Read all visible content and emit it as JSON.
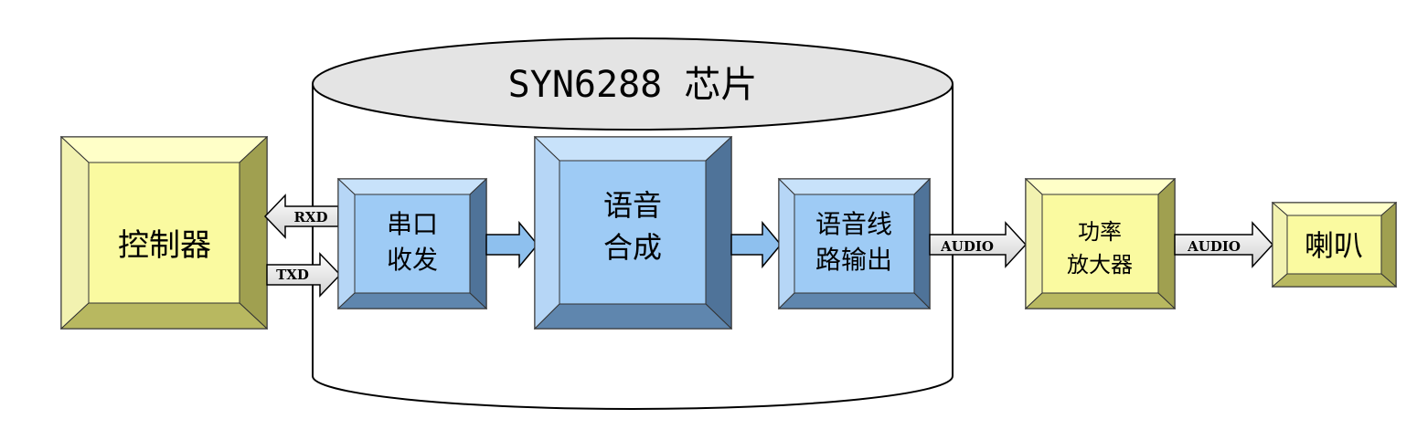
{
  "chip": {
    "title": "SYN6288 芯片"
  },
  "blocks": {
    "controller": {
      "label": "控制器"
    },
    "uart": {
      "line1": "串口",
      "line2": "收发"
    },
    "synth": {
      "line1": "语音",
      "line2": "合成"
    },
    "voice_out": {
      "line1": "语音线",
      "line2": "路输出"
    },
    "amplifier": {
      "line1": "功率",
      "line2": "放大器"
    },
    "speaker": {
      "label": "喇叭"
    }
  },
  "signals": {
    "rxd": "RXD",
    "txd": "TXD",
    "audio_1": "AUDIO",
    "audio_2": "AUDIO"
  },
  "colors": {
    "yellow_face": "#FAFAA0",
    "yellow_light": "#FFFFC8",
    "yellow_mid": "#D8D878",
    "yellow_dark": "#A0A050",
    "yellow_side": "#B8B860",
    "blue_face": "#9ECBF5",
    "blue_light": "#C8E2FA",
    "blue_mid": "#7FAEDC",
    "blue_dark": "#4F7399",
    "blue_side": "#5F86AE",
    "cylinder_top": "#E4E4E4",
    "arrow_gray": "#E8E8E8",
    "arrow_blue": "#8EC0EE"
  }
}
